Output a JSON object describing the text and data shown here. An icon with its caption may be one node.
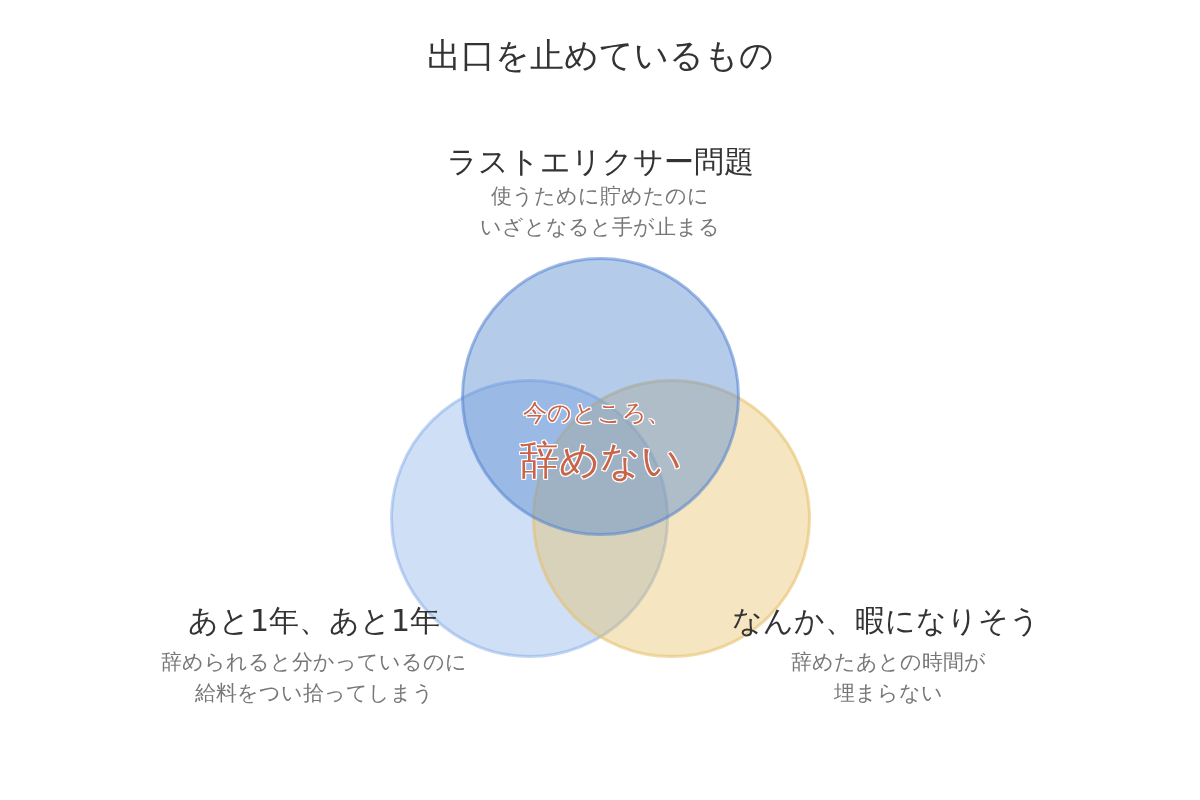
{
  "diagram": {
    "title": "出口を止めているもの",
    "nodes": [
      {
        "text": [
          "ラストエリクサー問題",
          "使うために貯めたのにいざとなると手が止まる"
        ]
      },
      {
        "text": [
          "あと1年、あと1年",
          "辞められると分かっているのに給料をつい拾ってしまう"
        ]
      },
      {
        "text": [
          "なんか、暇になりそう",
          "辞めたあとの時間が埋まらない"
        ]
      }
    ],
    "labels": [
      "今のところ、",
      "辞めない"
    ]
  }
}
